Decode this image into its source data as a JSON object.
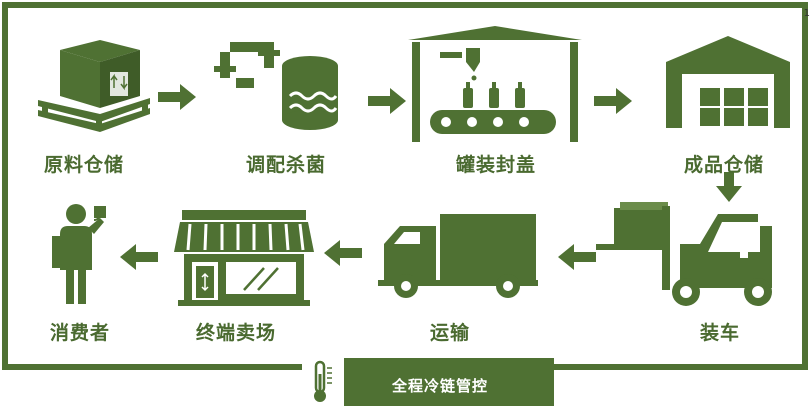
{
  "page_number": "1",
  "colors": {
    "primary": "#4f7133",
    "dark": "#3f5c28",
    "frame": "#4f7133",
    "background": "#ffffff"
  },
  "steps": [
    {
      "label": "原料仓储",
      "icon": "pallet-box-icon"
    },
    {
      "label": "调配杀菌",
      "icon": "pipe-tank-icon"
    },
    {
      "label": "罐装封盖",
      "icon": "bottling-line-icon"
    },
    {
      "label": "成品仓储",
      "icon": "warehouse-icon"
    },
    {
      "label": "装车",
      "icon": "forklift-icon"
    },
    {
      "label": "运输",
      "icon": "truck-icon"
    },
    {
      "label": "终端卖场",
      "icon": "storefront-icon"
    },
    {
      "label": "消费者",
      "icon": "consumer-icon"
    }
  ],
  "footer": {
    "label": "全程冷链管控",
    "icon": "thermometer-icon"
  }
}
